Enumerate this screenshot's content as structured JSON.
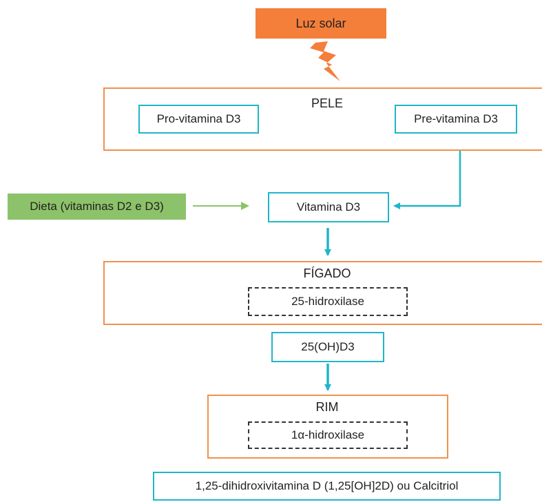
{
  "sunlight_label": "Luz solar",
  "skin": {
    "title": "PELE",
    "provitamin": "Pro-vitamina D3",
    "previtamin": "Pre-vitamina D3"
  },
  "diet_label": "Dieta (vitaminas D2 e D3)",
  "vitamin_d3": "Vitamina D3",
  "liver": {
    "title": "FÍGADO",
    "enzyme": "25-hidroxilase"
  },
  "oh_d3": "25(OH)D3",
  "kidney": {
    "title": "RIM",
    "enzyme": "1α-hidroxilase"
  },
  "calcitriol": "1,25-dihidroxivitamina D (1,25[OH]2D) ou Calcitriol",
  "colors": {
    "orange": "#f0914b",
    "sun_fill": "#f47f3a",
    "teal": "#1fb5c9",
    "diet_fill": "#8cc36a",
    "diet_arrow": "#8cc36a"
  }
}
